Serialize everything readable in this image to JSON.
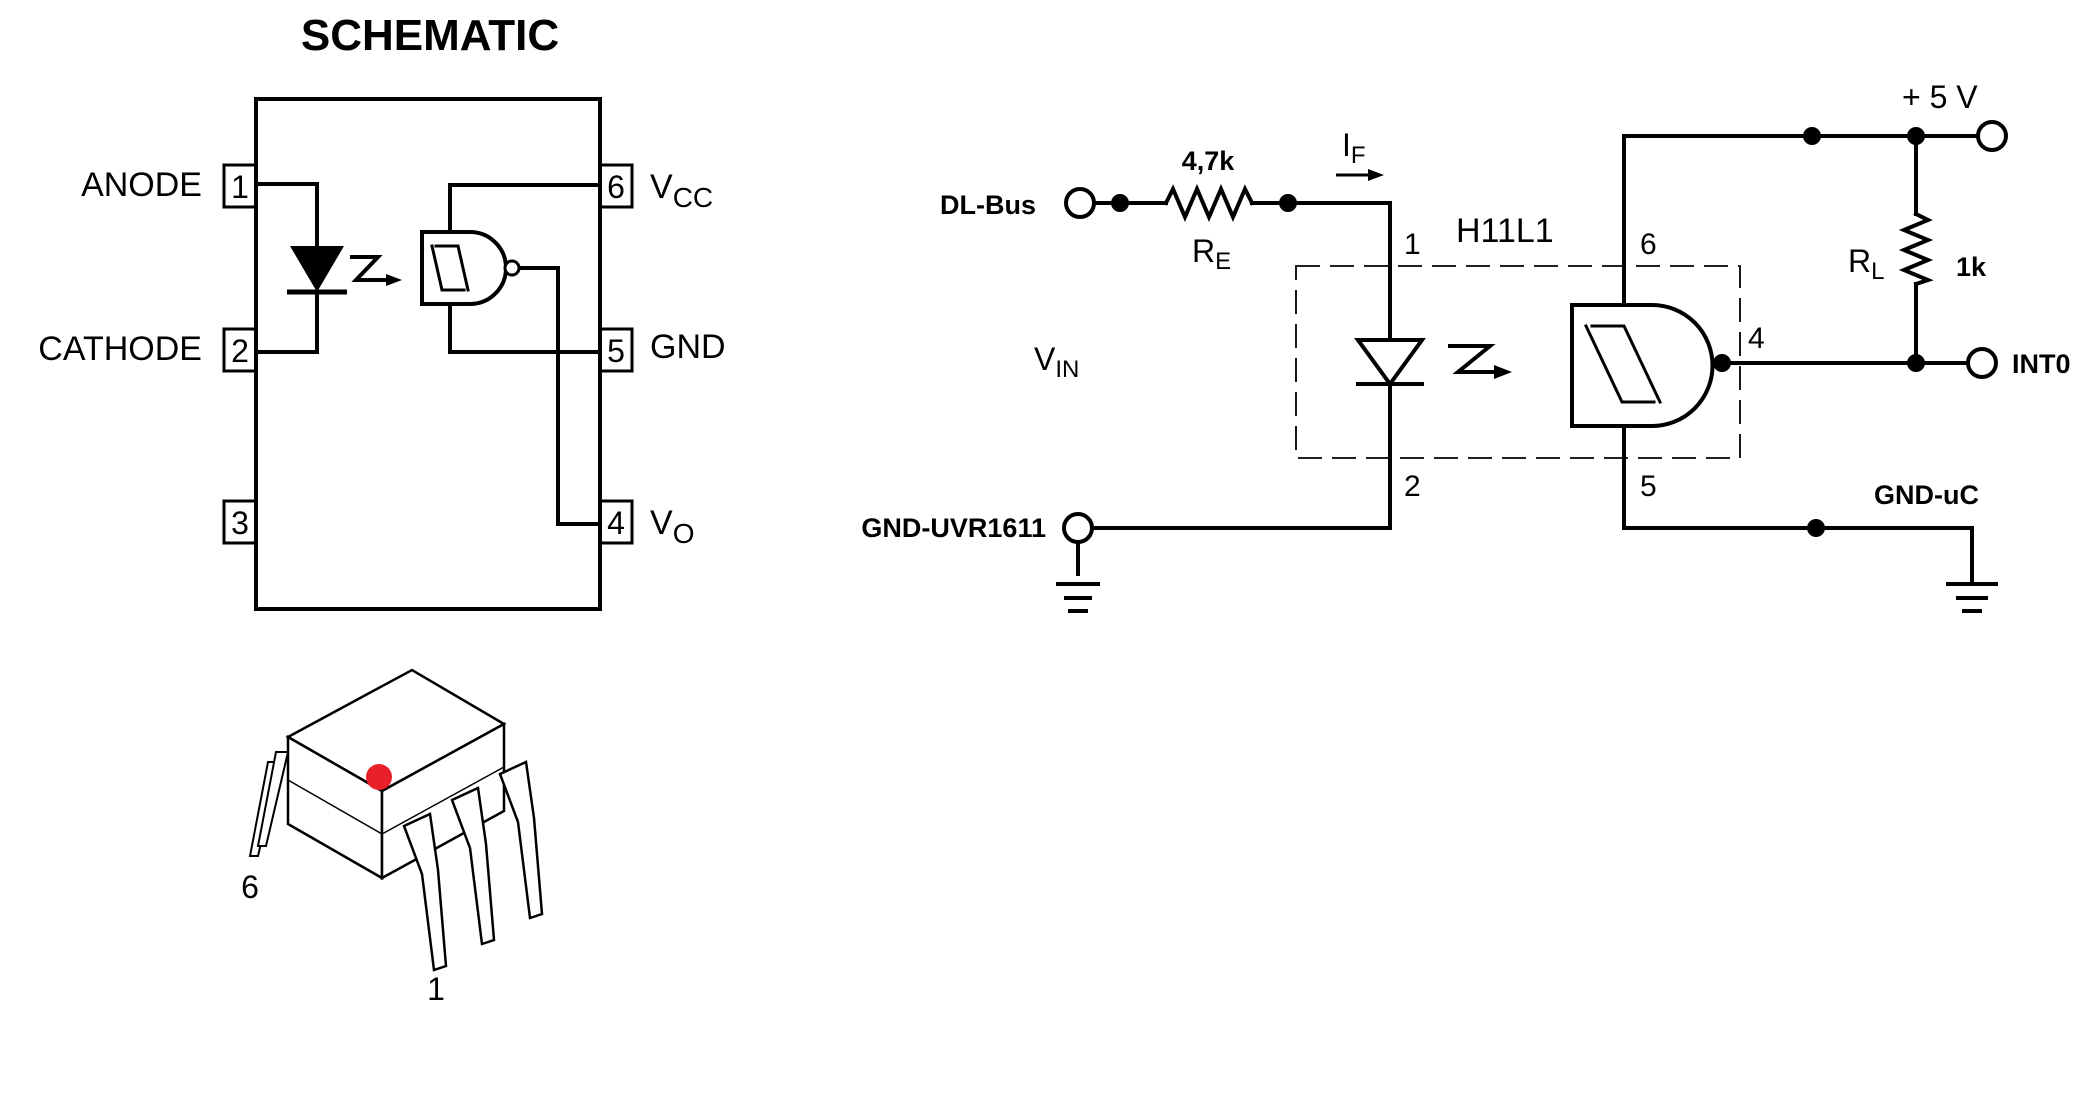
{
  "schematic": {
    "title": "SCHEMATIC",
    "pins": [
      {
        "num": "1",
        "label": "ANODE"
      },
      {
        "num": "2",
        "label": "CATHODE"
      },
      {
        "num": "3",
        "label": ""
      },
      {
        "num": "4",
        "label": "V",
        "sub": "O"
      },
      {
        "num": "5",
        "label": "GND"
      },
      {
        "num": "6",
        "label": "V",
        "sub": "CC"
      }
    ]
  },
  "package": {
    "pin_labels": [
      "6",
      "1"
    ],
    "marker_color": "#e8202a"
  },
  "circuit": {
    "input_net": "DL-Bus",
    "resistor_value": "4,7k",
    "resistor_name": "R",
    "resistor_sub": "E",
    "current_label": "I",
    "current_sub": "F",
    "ic_name": "H11L1",
    "vin_label": "V",
    "vin_sub": "IN",
    "input_gnd": "GND-UVR1611",
    "supply_label": "+ 5 V",
    "load_name": "R",
    "load_sub": "L",
    "load_value": "1k",
    "output_net": "INT0",
    "output_gnd": "GND-uC",
    "ic_pins": [
      "1",
      "2",
      "4",
      "5",
      "6"
    ]
  }
}
